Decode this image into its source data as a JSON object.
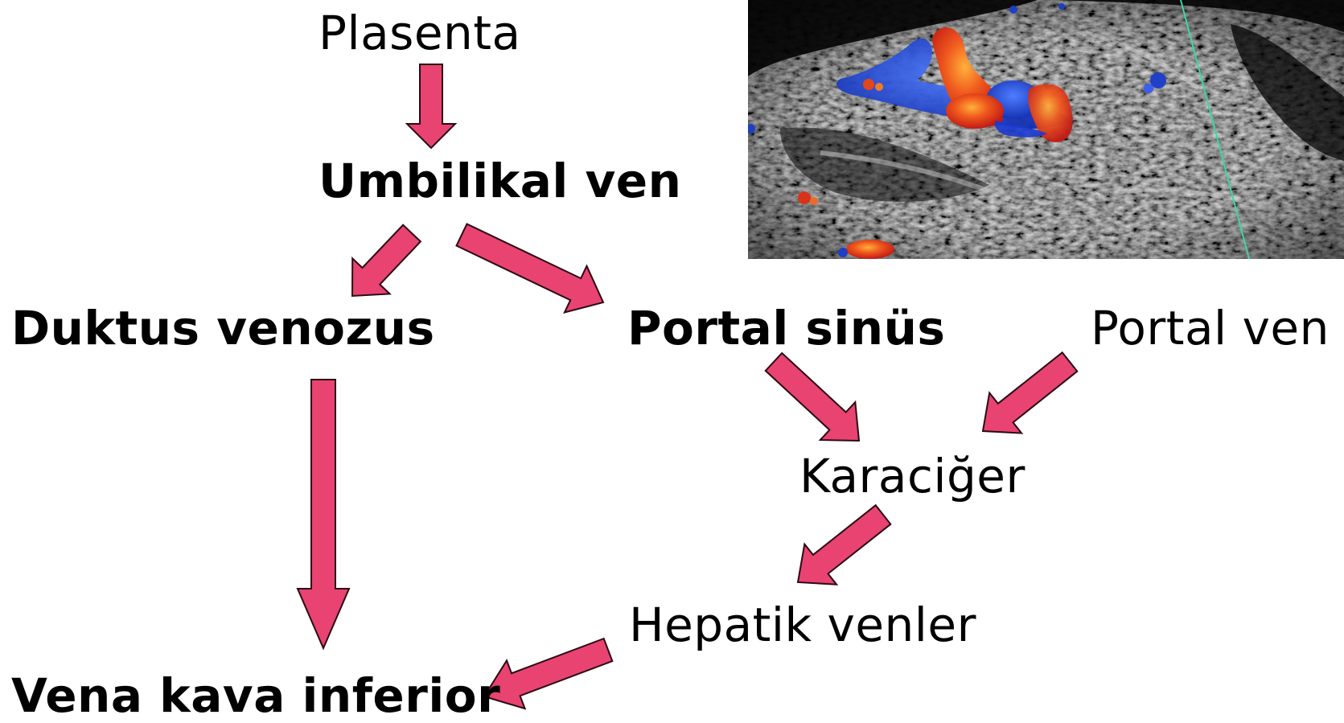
{
  "nodes": {
    "plasenta": "Plasenta",
    "umbilikal_ven": "Umbilikal ven",
    "duktus_venozus": "Duktus venozus",
    "portal_sinus": "Portal sinüs",
    "portal_ven": "Portal ven",
    "karaciger": "Karaciğer",
    "hepatik_venler": "Hepatik venler",
    "vena_kava_inferior": "Vena kava inferior"
  },
  "colors": {
    "arrow_fill": "#e84371",
    "arrow_stroke": "#2b0a14",
    "text": "#000000",
    "doppler_red": "#e02a1a",
    "doppler_blue": "#1c3fc7",
    "scan_line": "#3cd6a8"
  },
  "image": {
    "kind": "doppler-ultrasound"
  }
}
